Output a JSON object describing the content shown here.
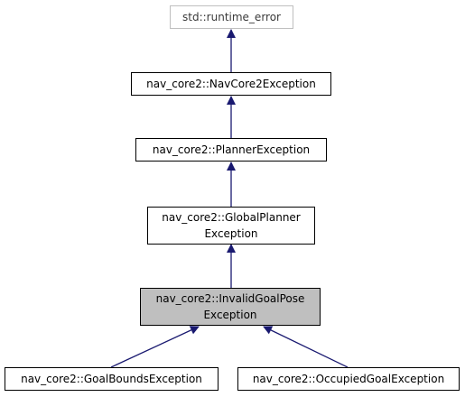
{
  "colors": {
    "edge": "#191970",
    "node_border": "#000000",
    "external_border": "#bfbfbf",
    "current_fill": "#bfbfbf"
  },
  "nodes": {
    "runtime_error": {
      "lines": [
        "std::runtime_error"
      ]
    },
    "navcore2_exception": {
      "lines": [
        "nav_core2::NavCore2Exception"
      ]
    },
    "planner_exception": {
      "lines": [
        "nav_core2::PlannerException"
      ]
    },
    "global_planner_exception": {
      "lines": [
        "nav_core2::GlobalPlanner",
        "Exception"
      ]
    },
    "invalid_goal_pose_exception": {
      "lines": [
        "nav_core2::InvalidGoalPose",
        "Exception"
      ]
    },
    "goal_bounds_exception": {
      "lines": [
        "nav_core2::GoalBoundsException"
      ]
    },
    "occupied_goal_exception": {
      "lines": [
        "nav_core2::OccupiedGoalException"
      ]
    }
  }
}
